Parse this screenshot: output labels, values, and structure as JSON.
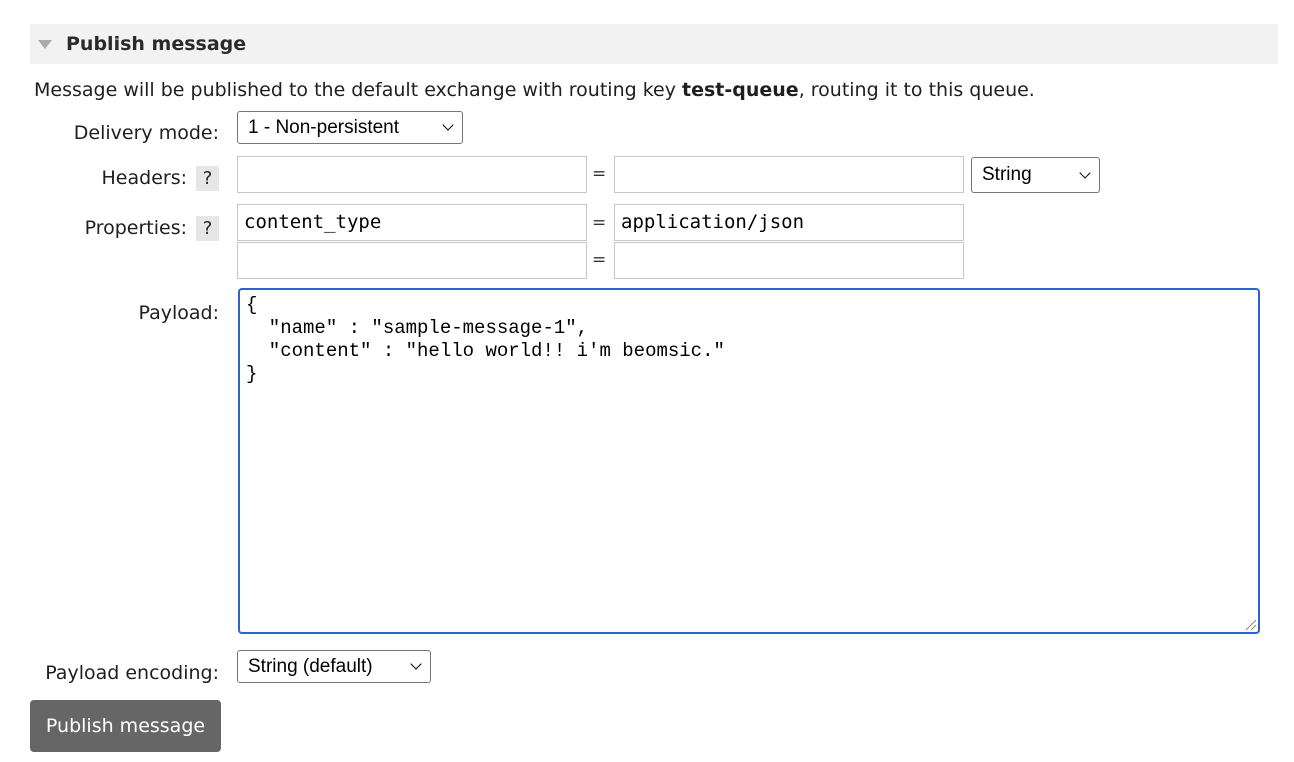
{
  "section": {
    "title": "Publish message"
  },
  "description": {
    "prefix": "Message will be published to the default exchange with routing key ",
    "routing_key": "test-queue",
    "suffix": ", routing it to this queue."
  },
  "delivery_mode": {
    "label": "Delivery mode:",
    "value": "1 - Non-persistent"
  },
  "headers": {
    "label": "Headers:",
    "help": "?",
    "key": "",
    "equals": "=",
    "value": "",
    "type": "String"
  },
  "properties": {
    "label": "Properties:",
    "help": "?",
    "rows": [
      {
        "key": "content_type",
        "equals": "=",
        "value": "application/json"
      },
      {
        "key": "",
        "equals": "=",
        "value": ""
      }
    ]
  },
  "payload": {
    "label": "Payload:",
    "value": "{\n  \"name\" : \"sample-message-1\",\n  \"content\" : \"hello world!! i'm beomsic.\"\n}"
  },
  "payload_encoding": {
    "label": "Payload encoding:",
    "value": "String (default)"
  },
  "publish_button": {
    "label": "Publish message"
  },
  "colors": {
    "focus": "#2d62d0",
    "button_bg": "#666666",
    "header_bg": "#f2f2f2"
  }
}
